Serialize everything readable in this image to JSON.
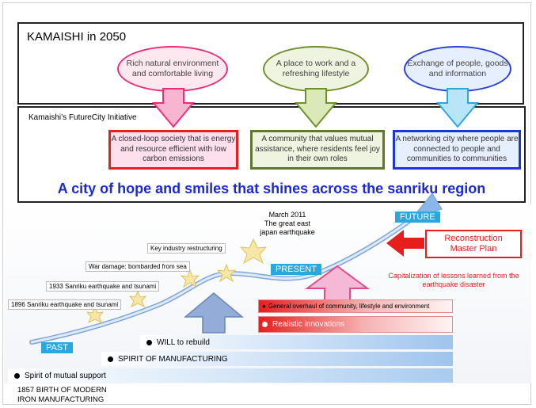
{
  "vision": {
    "title": "KAMAISHI in 2050",
    "goals": [
      "Rich natural environment and comfortable living",
      "A place to work and a refreshing lifestyle",
      "Exchange of people, goods and information"
    ]
  },
  "initiative": {
    "title": "Kamaishi’s FutureCity Initiative",
    "pillars": [
      "A closed-loop society that is energy and resource efficient with low carbon emissions",
      "A community that values mutual assistance, where residents feel joy in their own roles",
      "A networking city where people are connected to people and communities to communities"
    ],
    "slogan": "A city of hope and smiles that shines across the sanriku region"
  },
  "timeline": {
    "labels": {
      "past": "PAST",
      "present": "PRESENT",
      "future": "FUTURE"
    },
    "earthquake": "March 2011\nThe great east\njapan earthquake",
    "events": [
      "1896 Sanriku earthquake and tsunami",
      "1933 Sanriku earthquake and tsunami",
      "War damage: bombarded from sea",
      "Key industry restructuring"
    ],
    "master_plan": "Reconstruction Master Plan",
    "capitalization": "Capitalization of lessons learned from the earthquake disaster",
    "bars": [
      "General overhaul of community, lifestyle and environment",
      "Realistic innovations",
      "WILL to rebuild",
      "SPIRIT OF MANUFACTURING",
      "Spirit of mutual support"
    ],
    "origin": "1857  BIRTH OF MODERN\nIRON MANUFACTURING"
  },
  "colors": {
    "pink": "#ee2d7a",
    "green": "#5c7a2a",
    "blue": "#1a35d8",
    "red": "#e61e1e",
    "cyan": "#29a8e0"
  }
}
